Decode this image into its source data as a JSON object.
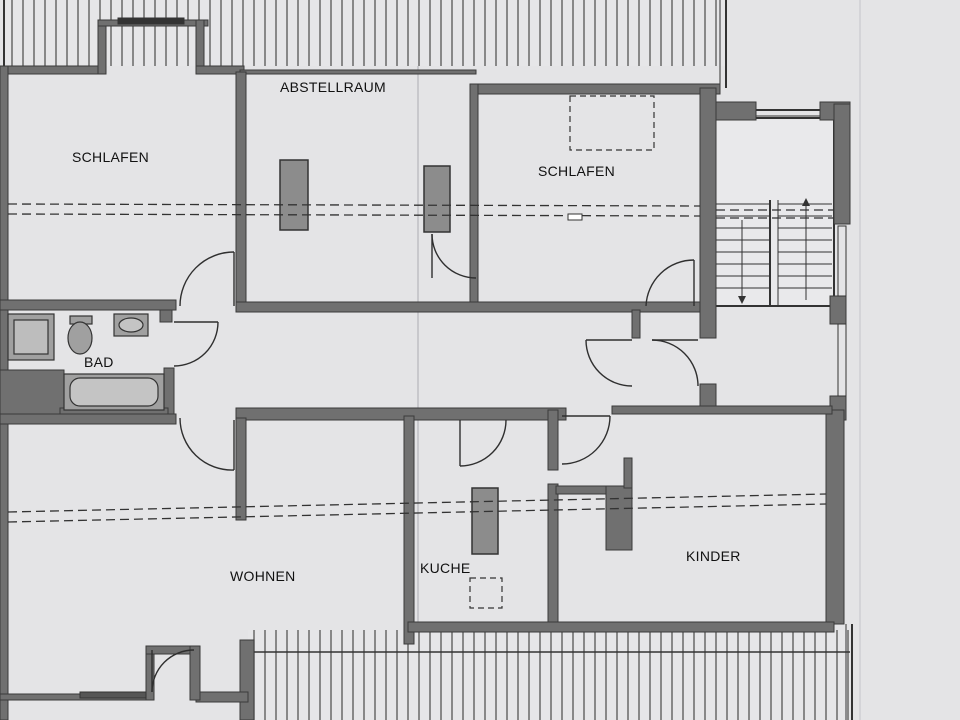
{
  "colors": {
    "paper": "#e4e4e6",
    "wall": "#707070",
    "wall_edge": "#3a3a3a",
    "line": "#2f2f2f",
    "fixture": "#9a9a9a",
    "label": "#111111"
  },
  "rooms": {
    "schlafen_left": "SCHLAFEN",
    "abstellraum": "ABSTELLRAUM",
    "schlafen_right": "SCHLAFEN",
    "bad": "BAD",
    "wohnen": "WOHNEN",
    "kuche": "KUCHE",
    "kinder": "KINDER"
  }
}
